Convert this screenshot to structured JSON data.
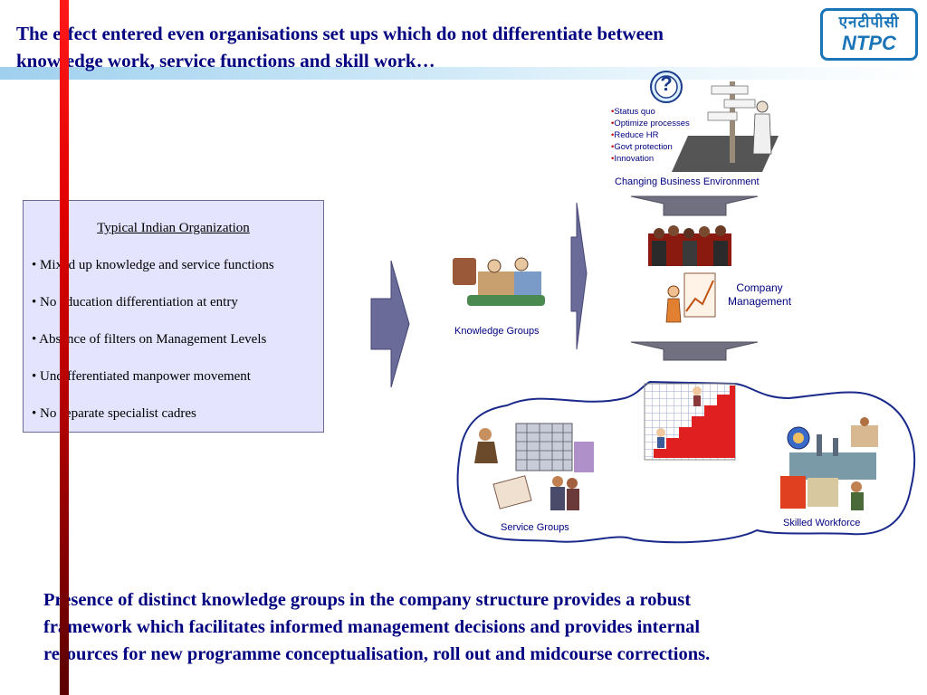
{
  "heading": {
    "line1": "The effect entered even organisations set ups  which  do not differentiate between",
    "line2": "knowledge work, service functions and skill work…"
  },
  "logo": {
    "hindi": "एनटीपीसी",
    "latin": "NTPC"
  },
  "org_box": {
    "title": "Typical Indian Organization",
    "items": [
      "• Mixed up knowledge and service functions",
      "• No education differentiation at entry",
      "• Absence of filters on Management Levels",
      "• Undifferentiated manpower movement",
      "• No separate specialist cadres"
    ]
  },
  "diagram": {
    "environment_bullets": [
      "Status quo",
      "Optimize processes",
      "Reduce HR",
      "Govt protection",
      "Innovation"
    ],
    "changing_env_label": "Changing Business Environment",
    "company_management_label": [
      "Company",
      "Management"
    ],
    "knowledge_groups_label": "Knowledge Groups",
    "service_groups_label": "Service Groups",
    "skilled_workforce_label": "Skilled  Workforce",
    "question_mark": "?"
  },
  "footer": {
    "line1": "Presence of distinct knowledge groups in the company structure provides a robust",
    "line2": "framework which facilitates informed management decisions and provides internal",
    "line3": "resources for new programme conceptualisation, roll out and midcourse corrections."
  },
  "colors": {
    "heading_text": "#000080",
    "accent_red": "#e00000",
    "box_fill": "#e4e4ff",
    "arrow_fill": "#6b6b9a",
    "logo_blue": "#1a74b8"
  }
}
